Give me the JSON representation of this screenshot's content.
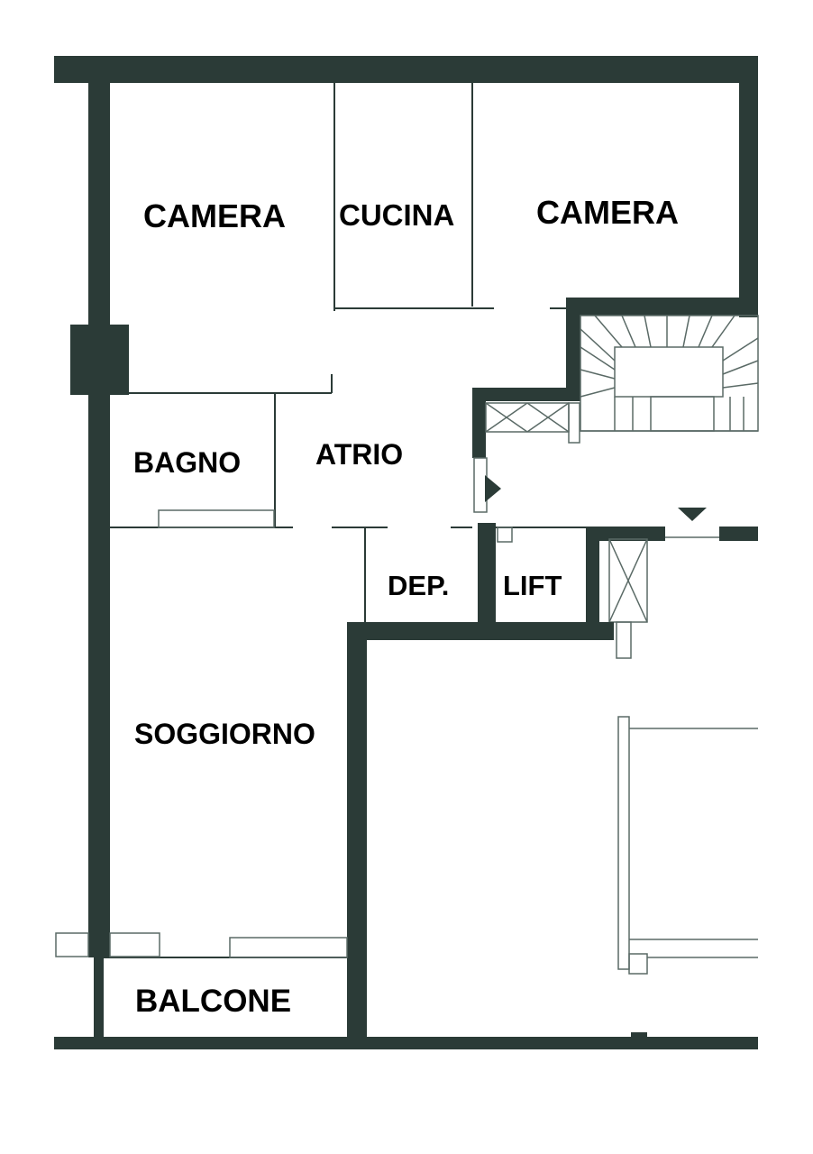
{
  "rooms": {
    "camera_left": "CAMERA",
    "cucina": "CUCINA",
    "camera_right": "CAMERA",
    "bagno": "BAGNO",
    "atrio": "ATRIO",
    "dep": "DEP.",
    "lift": "LIFT",
    "soggiorno": "SOGGIORNO",
    "balcone": "BALCONE"
  },
  "colors": {
    "wall": "#2b3b37",
    "background": "#ffffff",
    "text": "#000000"
  },
  "icons": {
    "stair": "staircase-icon",
    "entrance_arrow_left": "triangle-left-icon",
    "entrance_arrow_down": "triangle-down-icon"
  }
}
